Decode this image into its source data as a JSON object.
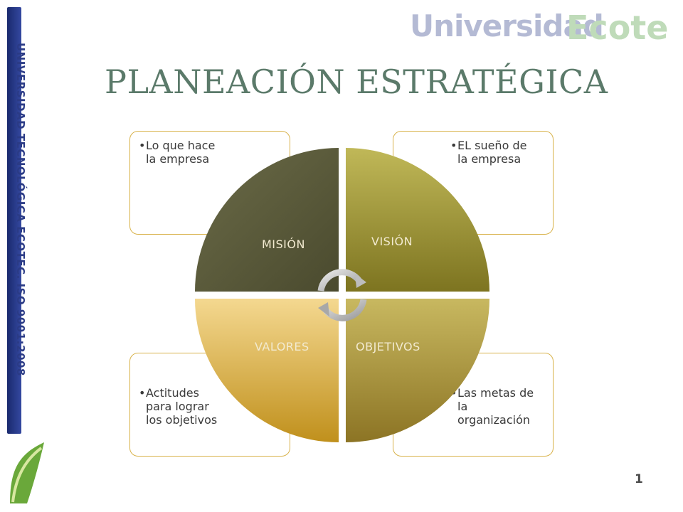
{
  "side_band_text": "UNIVERSIDAD TECNOLÓGICA ECOTEC. ISO 9001:2008",
  "brand": {
    "part1": "Universidad",
    "part2": "Ecotec"
  },
  "title": "PLANEACIÓN ESTRATÉGICA",
  "quadrants": {
    "mision": {
      "label": "MISIÓN",
      "description": [
        "Lo que hace",
        "la empresa"
      ]
    },
    "vision": {
      "label": "VISIÓN",
      "description": [
        "EL sueño de",
        "la empresa"
      ]
    },
    "valores": {
      "label": "VALORES",
      "description": [
        "Actitudes",
        "para lograr",
        "los objetivos"
      ]
    },
    "objetivos": {
      "label": "OBJETIVOS",
      "description": [
        "Las metas de",
        "la",
        "organización"
      ]
    }
  },
  "slide_number": "1",
  "colors": {
    "mision": "#5a5a3a",
    "vision": "#8f8a2a",
    "valores": "#d6a838",
    "objetivos": "#a08a2a",
    "box_border": "#d8b24a",
    "title": "#5b7a6a"
  },
  "icons": [
    "cycle-arrows-icon",
    "leaf-logo-icon"
  ]
}
